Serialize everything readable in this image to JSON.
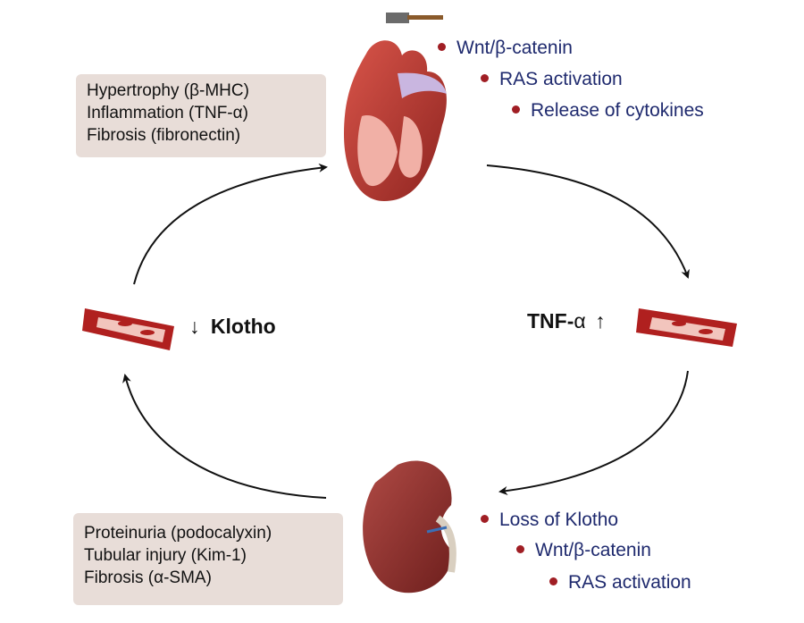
{
  "heart_effects": {
    "items": [
      "Wnt/β-catenin",
      "RAS activation",
      "Release of cytokines"
    ]
  },
  "cardiac_box": {
    "lines": [
      "Hypertrophy (β-MHC)",
      "Inflammation (TNF-α)",
      "Fibrosis (fibronectin)"
    ]
  },
  "renal_box": {
    "lines": [
      "Proteinuria (podocalyxin)",
      "Tubular injury (Kim-1)",
      "Fibrosis (α-SMA)"
    ]
  },
  "kidney_effects": {
    "items": [
      "Loss of Klotho",
      "Wnt/β-catenin",
      "RAS activation"
    ]
  },
  "left_label": {
    "arrow": "↓",
    "text": "Klotho"
  },
  "right_label": {
    "text_bold": "TNF-",
    "text_symbol": "α",
    "arrow": "↑"
  },
  "colors": {
    "box_bg": "#e8ddd8",
    "bullet_dot": "#a01e24",
    "bullet_text": "#1f2a6e",
    "heart": "#b8322f",
    "kidney": "#8e2f2d",
    "vessel": "#b0201f"
  },
  "icons": [
    "hammer-icon",
    "heart-icon",
    "kidney-icon",
    "blood-vessel-icon"
  ]
}
